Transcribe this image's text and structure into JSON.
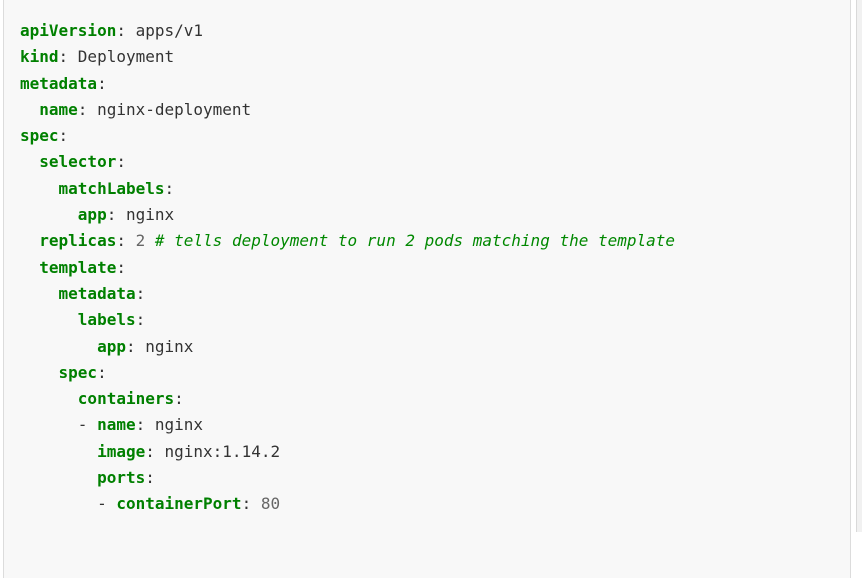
{
  "page": {
    "background": "#ffffff"
  },
  "code_block": {
    "language": "yaml",
    "background": "#f8f8f8",
    "border_color": "#dcdcdc",
    "colors": {
      "key": "#008000",
      "text": "#333333",
      "number": "#666666",
      "comment": "#008800"
    },
    "lines": [
      [
        {
          "c": "k",
          "t": "apiVersion"
        },
        {
          "c": "t",
          "t": ": apps/v1"
        }
      ],
      [
        {
          "c": "k",
          "t": "kind"
        },
        {
          "c": "t",
          "t": ": Deployment"
        }
      ],
      [
        {
          "c": "k",
          "t": "metadata"
        },
        {
          "c": "t",
          "t": ":"
        }
      ],
      [
        {
          "c": "k",
          "t": "  name"
        },
        {
          "c": "t",
          "t": ": nginx-deployment"
        }
      ],
      [
        {
          "c": "k",
          "t": "spec"
        },
        {
          "c": "t",
          "t": ":"
        }
      ],
      [
        {
          "c": "k",
          "t": "  selector"
        },
        {
          "c": "t",
          "t": ":"
        }
      ],
      [
        {
          "c": "k",
          "t": "    matchLabels"
        },
        {
          "c": "t",
          "t": ":"
        }
      ],
      [
        {
          "c": "k",
          "t": "      app"
        },
        {
          "c": "t",
          "t": ": nginx"
        }
      ],
      [
        {
          "c": "k",
          "t": "  replicas"
        },
        {
          "c": "t",
          "t": ": "
        },
        {
          "c": "n",
          "t": "2"
        },
        {
          "c": "t",
          "t": " "
        },
        {
          "c": "c",
          "t": "# tells deployment to run 2 pods matching the template"
        }
      ],
      [
        {
          "c": "k",
          "t": "  template"
        },
        {
          "c": "t",
          "t": ":"
        }
      ],
      [
        {
          "c": "k",
          "t": "    metadata"
        },
        {
          "c": "t",
          "t": ":"
        }
      ],
      [
        {
          "c": "k",
          "t": "      labels"
        },
        {
          "c": "t",
          "t": ":"
        }
      ],
      [
        {
          "c": "k",
          "t": "        app"
        },
        {
          "c": "t",
          "t": ": nginx"
        }
      ],
      [
        {
          "c": "k",
          "t": "    spec"
        },
        {
          "c": "t",
          "t": ":"
        }
      ],
      [
        {
          "c": "k",
          "t": "      containers"
        },
        {
          "c": "t",
          "t": ":"
        }
      ],
      [
        {
          "c": "t",
          "t": "      - "
        },
        {
          "c": "k",
          "t": "name"
        },
        {
          "c": "t",
          "t": ": nginx"
        }
      ],
      [
        {
          "c": "k",
          "t": "        image"
        },
        {
          "c": "t",
          "t": ": nginx:1.14.2"
        }
      ],
      [
        {
          "c": "k",
          "t": "        ports"
        },
        {
          "c": "t",
          "t": ":"
        }
      ],
      [
        {
          "c": "t",
          "t": "        - "
        },
        {
          "c": "k",
          "t": "containerPort"
        },
        {
          "c": "t",
          "t": ": "
        },
        {
          "c": "n",
          "t": "80"
        }
      ]
    ]
  }
}
